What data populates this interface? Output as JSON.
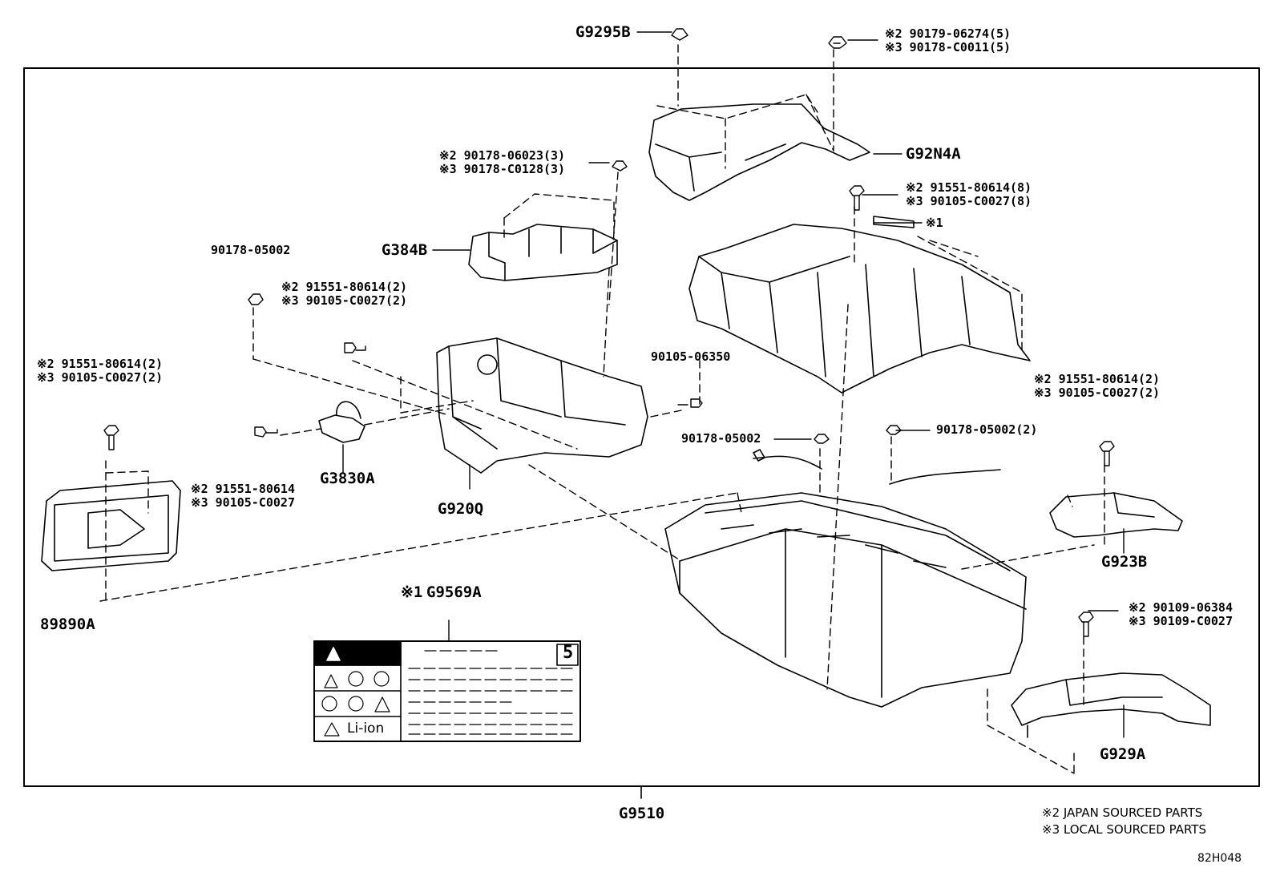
{
  "diagram": {
    "parts": {
      "g9295b": "G9295B",
      "g92n4a": "G92N4A",
      "g384b": "G384B",
      "g3830a": "G3830A",
      "g920q": "G920Q",
      "g9569a": "G9569A",
      "g9569a_note": "※1",
      "g923b": "G923B",
      "g929a": "G929A",
      "g9510": "G9510",
      "p89890a": "89890A",
      "tag_x1": "※1"
    },
    "fasteners": {
      "top_right": [
        "※2 90179-06274(5)",
        "※3 90178-C0011(5)"
      ],
      "top_g384b": [
        "※2 90178-06023(3)",
        "※3 90178-C0128(3)"
      ],
      "cover_bolt": [
        "※2 91551-80614(8)",
        "※3 90105-C0027(8)"
      ],
      "nut_left": "90178-05002",
      "bolt_mid": [
        "※2 91551-80614(2)",
        "※3 90105-C0027(2)"
      ],
      "bolt_left": [
        "※2 91551-80614(2)",
        "※3 90105-C0027(2)"
      ],
      "bolt_small": [
        "※2 91551-80614",
        "※3 90105-C0027"
      ],
      "g920q_bolt": "90105-06350",
      "nut_mid": "90178-05002",
      "nut_right": "90178-05002(2)",
      "right_bolt": [
        "※2 91551-80614(2)",
        "※3 90105-C0027(2)"
      ],
      "g929a_bolt": [
        "※2 90109-06384",
        "※3 90109-C0027"
      ]
    },
    "label_card": {
      "number": "5",
      "li_ion": "Li-ion"
    },
    "footnotes": [
      "※2 JAPAN SOURCED PARTS",
      "※3 LOCAL SOURCED PARTS"
    ],
    "figure_code": "82H048"
  }
}
